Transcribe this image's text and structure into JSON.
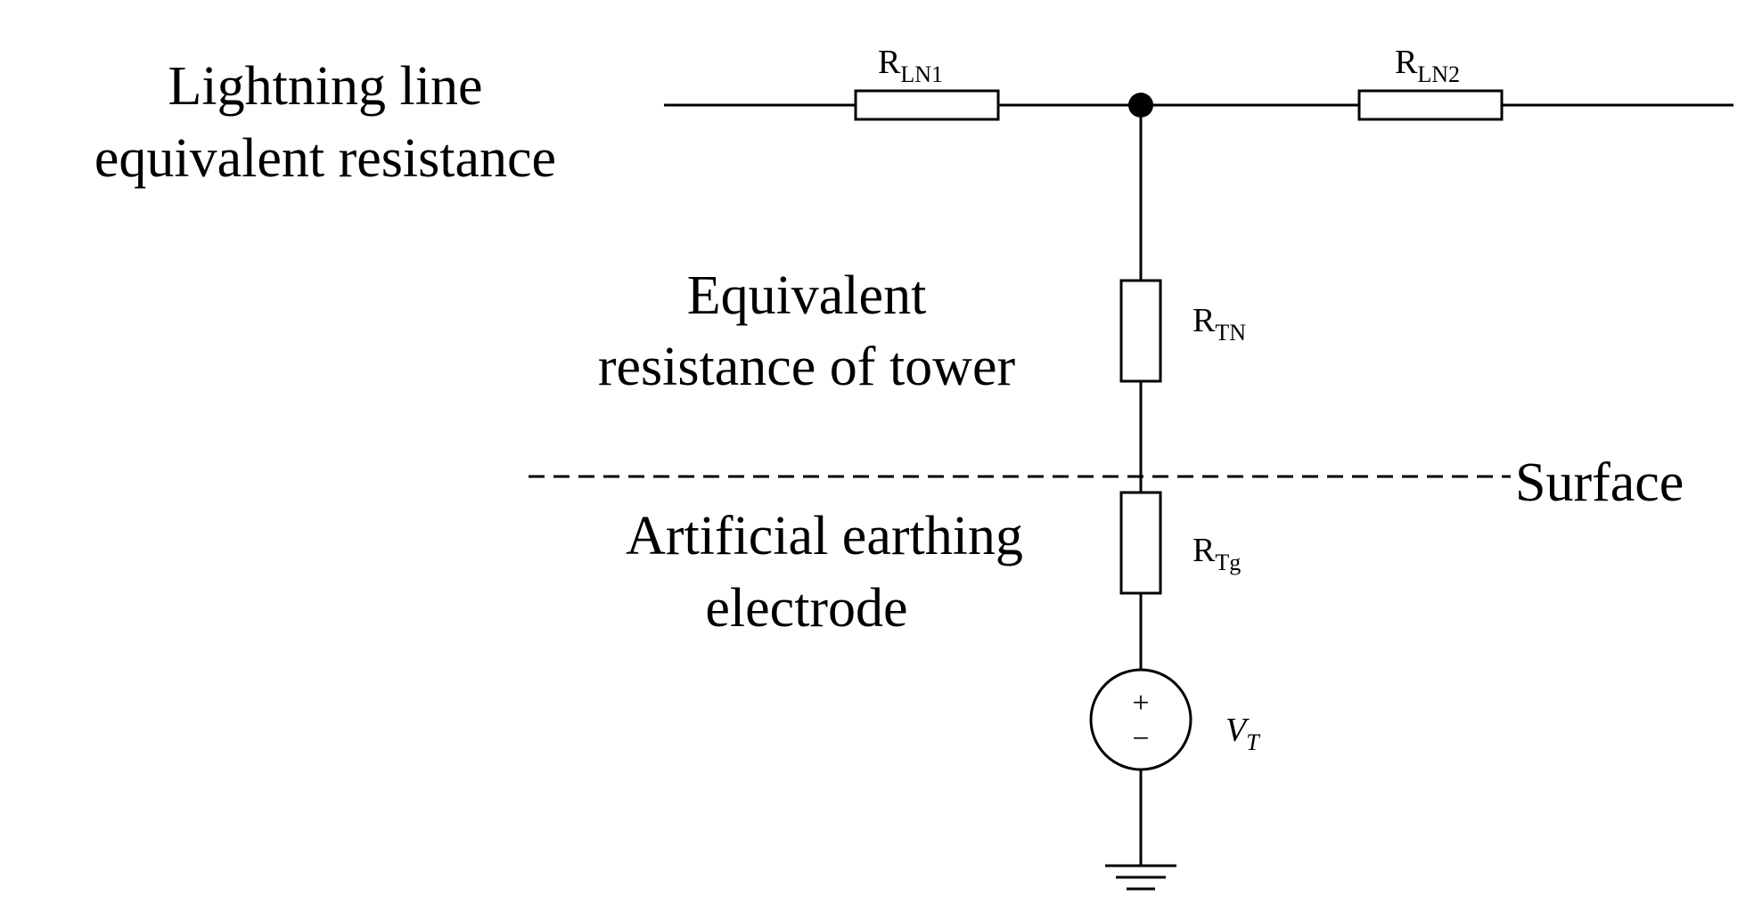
{
  "labels": {
    "line_resistance_1": "Lightning line",
    "line_resistance_2": "equivalent resistance",
    "tower_resistance_1": "Equivalent",
    "tower_resistance_2": "resistance of tower",
    "surface": "Surface",
    "earthing_1": "Artificial earthing",
    "earthing_2": "electrode"
  },
  "components": {
    "rln1": {
      "main": "R",
      "sub": "LN1"
    },
    "rln2": {
      "main": "R",
      "sub": "LN2"
    },
    "rtn": {
      "main": "R",
      "sub": "TN"
    },
    "rtg": {
      "main": "R",
      "sub": "Tg"
    },
    "vt": {
      "main": "V",
      "sub": "T",
      "plus": "+",
      "minus": "−"
    }
  },
  "colors": {
    "stroke": "#000000",
    "background": "#ffffff"
  }
}
